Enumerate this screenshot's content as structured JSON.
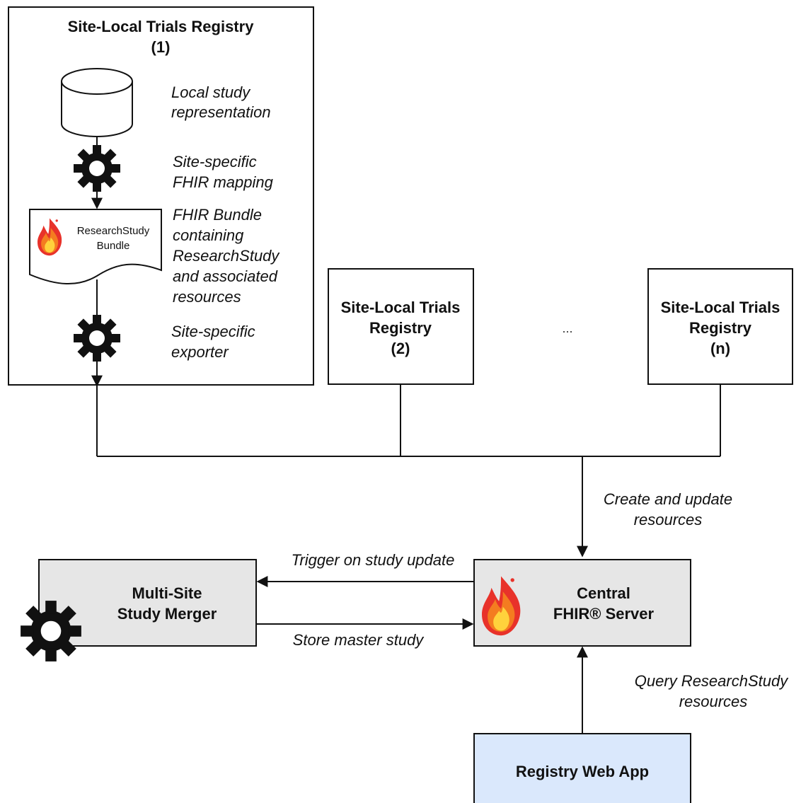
{
  "registry_main": {
    "title_line1": "Site-Local Trials Registry",
    "title_line2": "(1)",
    "db_desc": [
      "Local study",
      "representation"
    ],
    "mapping_desc": [
      "Site-specific",
      "FHIR mapping"
    ],
    "bundle_doc": [
      "ResearchStudy",
      "Bundle"
    ],
    "bundle_desc": [
      "FHIR Bundle",
      "containing",
      "ResearchStudy",
      "and associated",
      "resources"
    ],
    "exporter_desc": [
      "Site-specific",
      "exporter"
    ]
  },
  "registry_2": [
    "Site-Local Trials",
    "Registry",
    "(2)"
  ],
  "ellipsis": "...",
  "registry_n": [
    "Site-Local Trials",
    "Registry",
    "(n)"
  ],
  "edge_create": [
    "Create and update",
    "resources"
  ],
  "merger": [
    "Multi-Site",
    "Study Merger"
  ],
  "server": [
    "Central",
    "FHIR® Server"
  ],
  "edge_trigger": "Trigger on study update",
  "edge_store": "Store master study",
  "edge_query": [
    "Query ResearchStudy",
    "resources"
  ],
  "webapp": "Registry Web App",
  "colors": {
    "stroke": "#111111",
    "gray_fill": "#e6e6e6",
    "blue_fill": "#dae8fc",
    "flame_red": "#e8322a",
    "flame_orange": "#f47c20",
    "flame_yellow": "#ffd23c"
  },
  "icons": [
    "database-icon",
    "gear-icon",
    "document-icon",
    "fhir-flame-icon"
  ]
}
